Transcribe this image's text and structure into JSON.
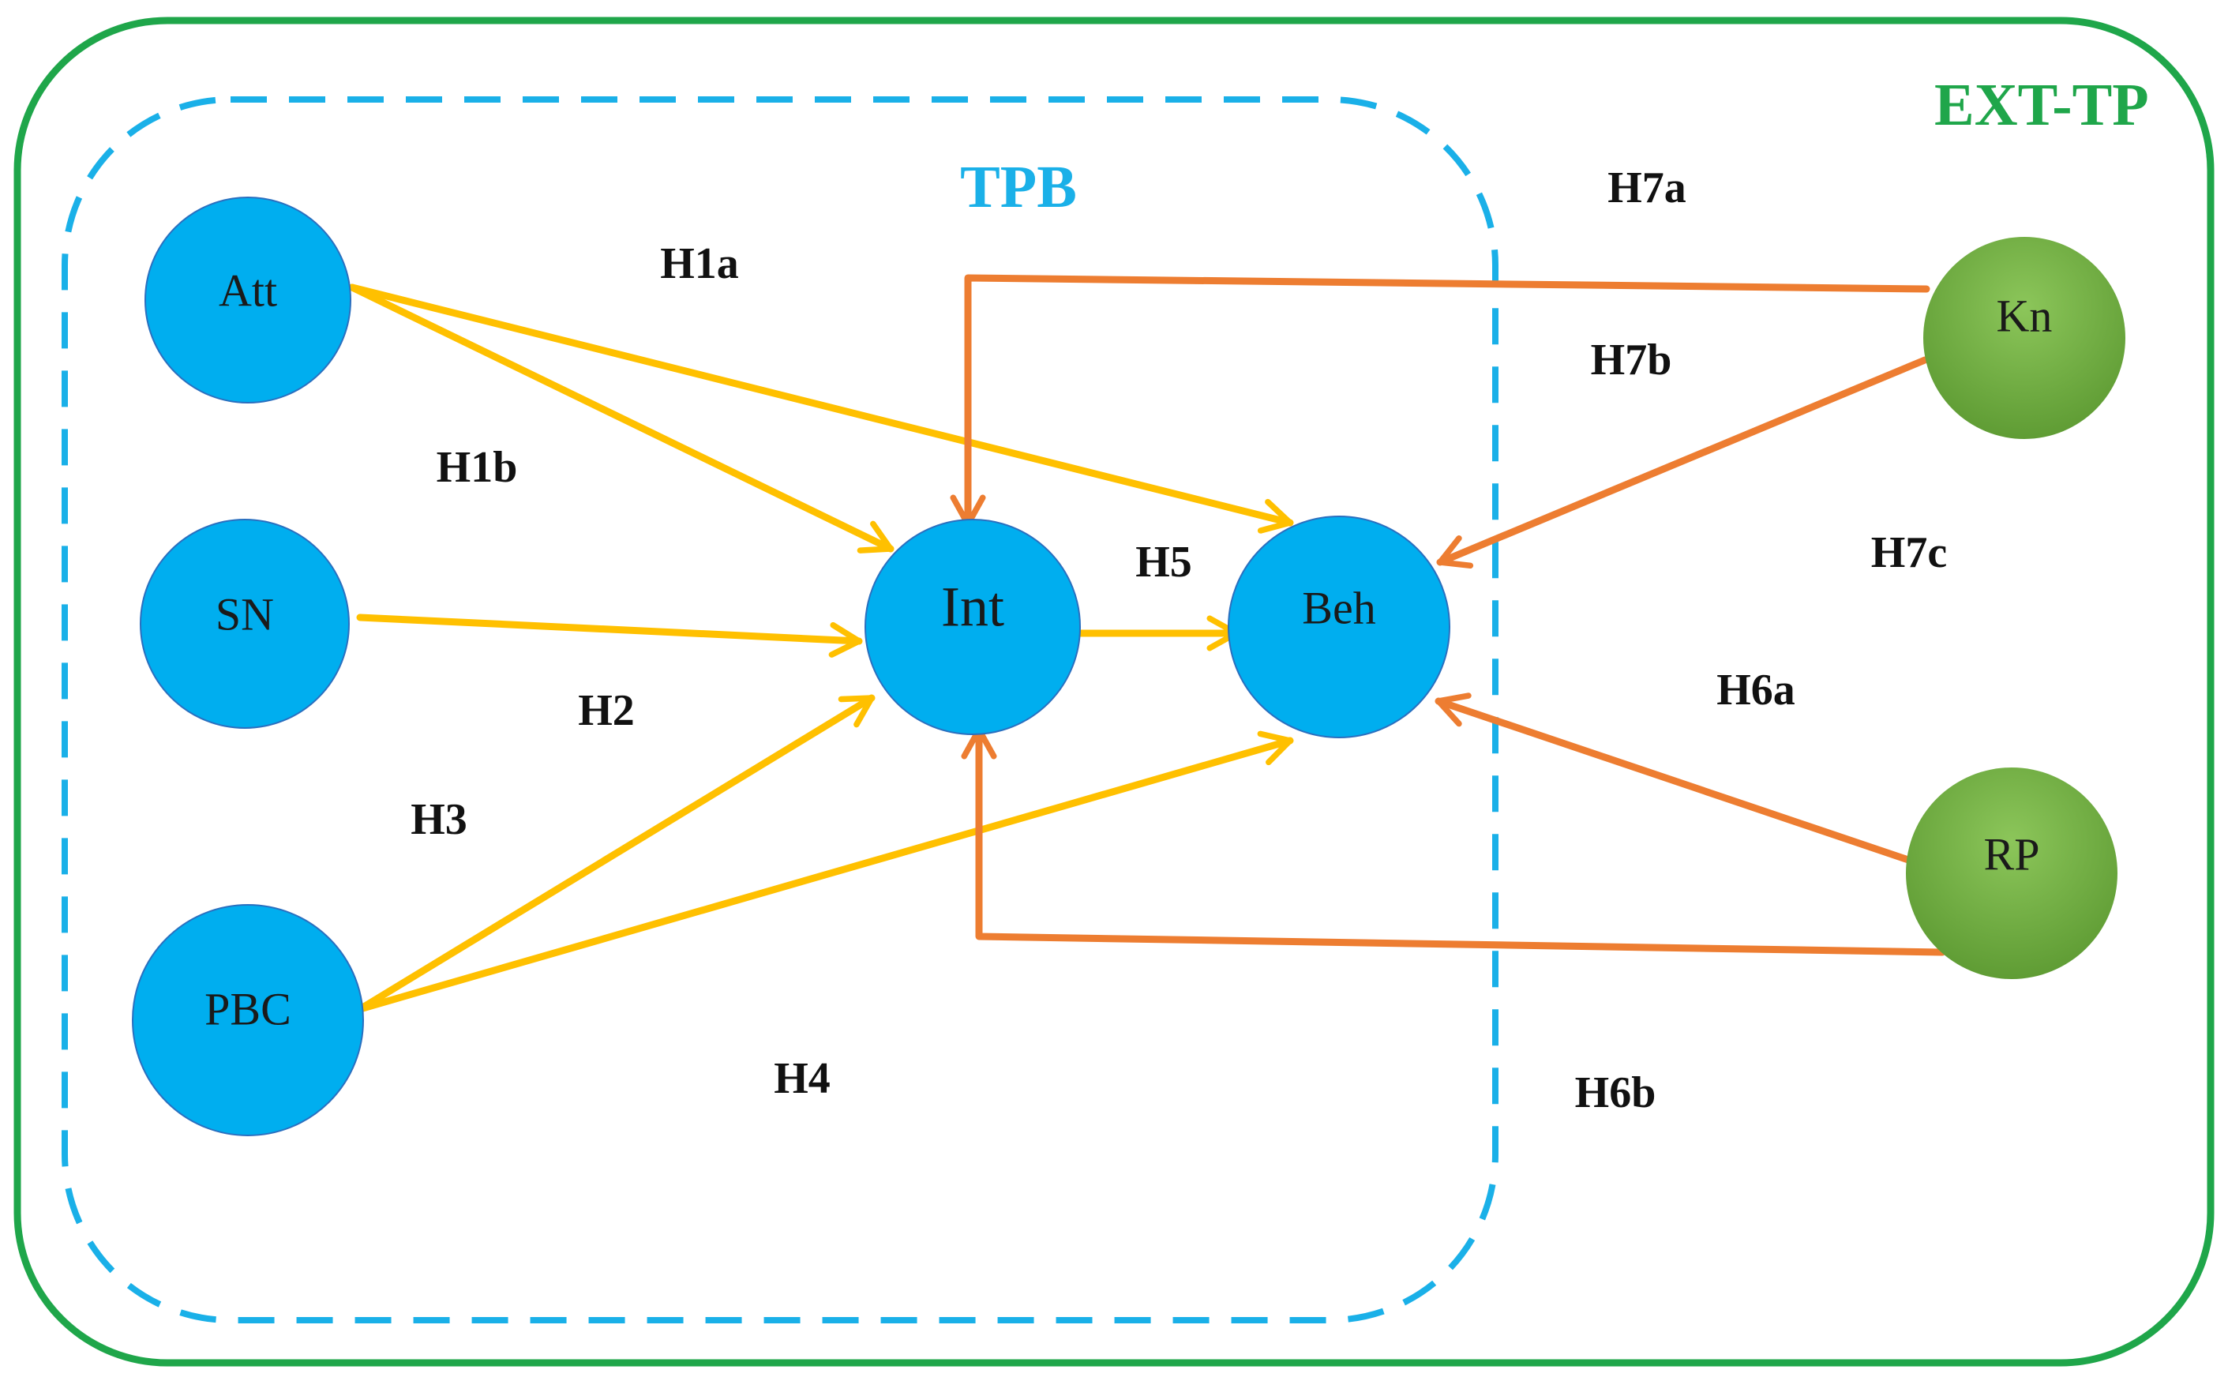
{
  "groups": {
    "outer": {
      "label": "EXT-TP",
      "color": "#1fa64a"
    },
    "inner": {
      "label": "TPB",
      "color": "#1ab0e8"
    }
  },
  "nodes": {
    "att": {
      "label": "Att"
    },
    "sn": {
      "label": "SN"
    },
    "pbc": {
      "label": "PBC"
    },
    "int": {
      "label": "Int"
    },
    "beh": {
      "label": "Beh"
    },
    "kn": {
      "label": "Kn"
    },
    "rp": {
      "label": "RP"
    }
  },
  "node_colors": {
    "tpb": "#00aeef",
    "ext": "#6aab3c"
  },
  "hypotheses": {
    "h1a": "H1a",
    "h1b": "H1b",
    "h2": "H2",
    "h3": "H3",
    "h4": "H4",
    "h5": "H5",
    "h6a": "H6a",
    "h6b": "H6b",
    "h7a": "H7a",
    "h7b": "H7b",
    "h7c": "H7c"
  },
  "arrow_colors": {
    "tpb": "#ffc000",
    "ext": "#ed7d31"
  }
}
